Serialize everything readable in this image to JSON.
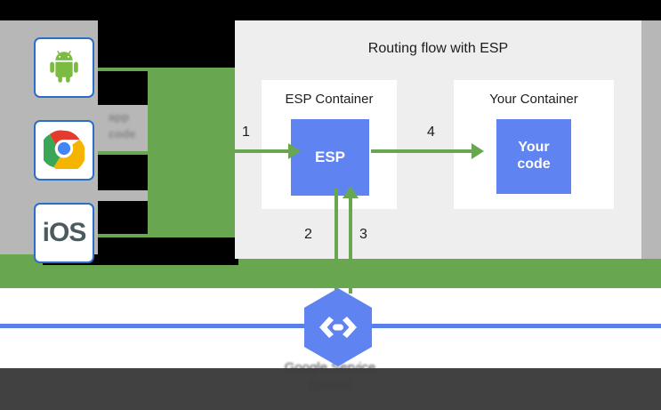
{
  "diagram": {
    "title": "Routing flow with ESP",
    "containers": [
      {
        "id": "esp-container",
        "title": "ESP Container",
        "box_label": "ESP"
      },
      {
        "id": "your-container",
        "title": "Your Container",
        "box_label": "Your\ncode"
      }
    ],
    "box_labels": {
      "esp": "ESP",
      "your_code_line1": "Your",
      "your_code_line2": "code"
    },
    "steps": [
      {
        "number": "1",
        "from": "clients",
        "to": "ESP",
        "direction": "right"
      },
      {
        "number": "2",
        "from": "ESP",
        "to": "Google Service Control",
        "direction": "down"
      },
      {
        "number": "3",
        "from": "Google Service Control",
        "to": "ESP",
        "direction": "up"
      },
      {
        "number": "4",
        "from": "ESP",
        "to": "Your code",
        "direction": "right"
      }
    ]
  },
  "clients": [
    {
      "id": "android",
      "icon": "android-icon",
      "label": "Android"
    },
    {
      "id": "chrome",
      "icon": "chrome-icon",
      "label": "Chrome"
    },
    {
      "id": "ios",
      "icon": "ios-icon",
      "label": "iOS"
    }
  ],
  "ghost_label": {
    "line1": "app",
    "line2": "code"
  },
  "logo": {
    "icon": "endpoints-hexagon-icon",
    "caption_line1": "Google Service",
    "caption_line2": "Control"
  },
  "colors": {
    "green": "#68a74f",
    "blue": "#5f83f0",
    "blue_rule": "#5b7fe8",
    "panel_bg": "#eeeeee",
    "page_bg": "#b7b7b7",
    "dark_bar": "#414141",
    "card_border": "#2a6ec9",
    "ios_text": "#4a5a5e"
  }
}
